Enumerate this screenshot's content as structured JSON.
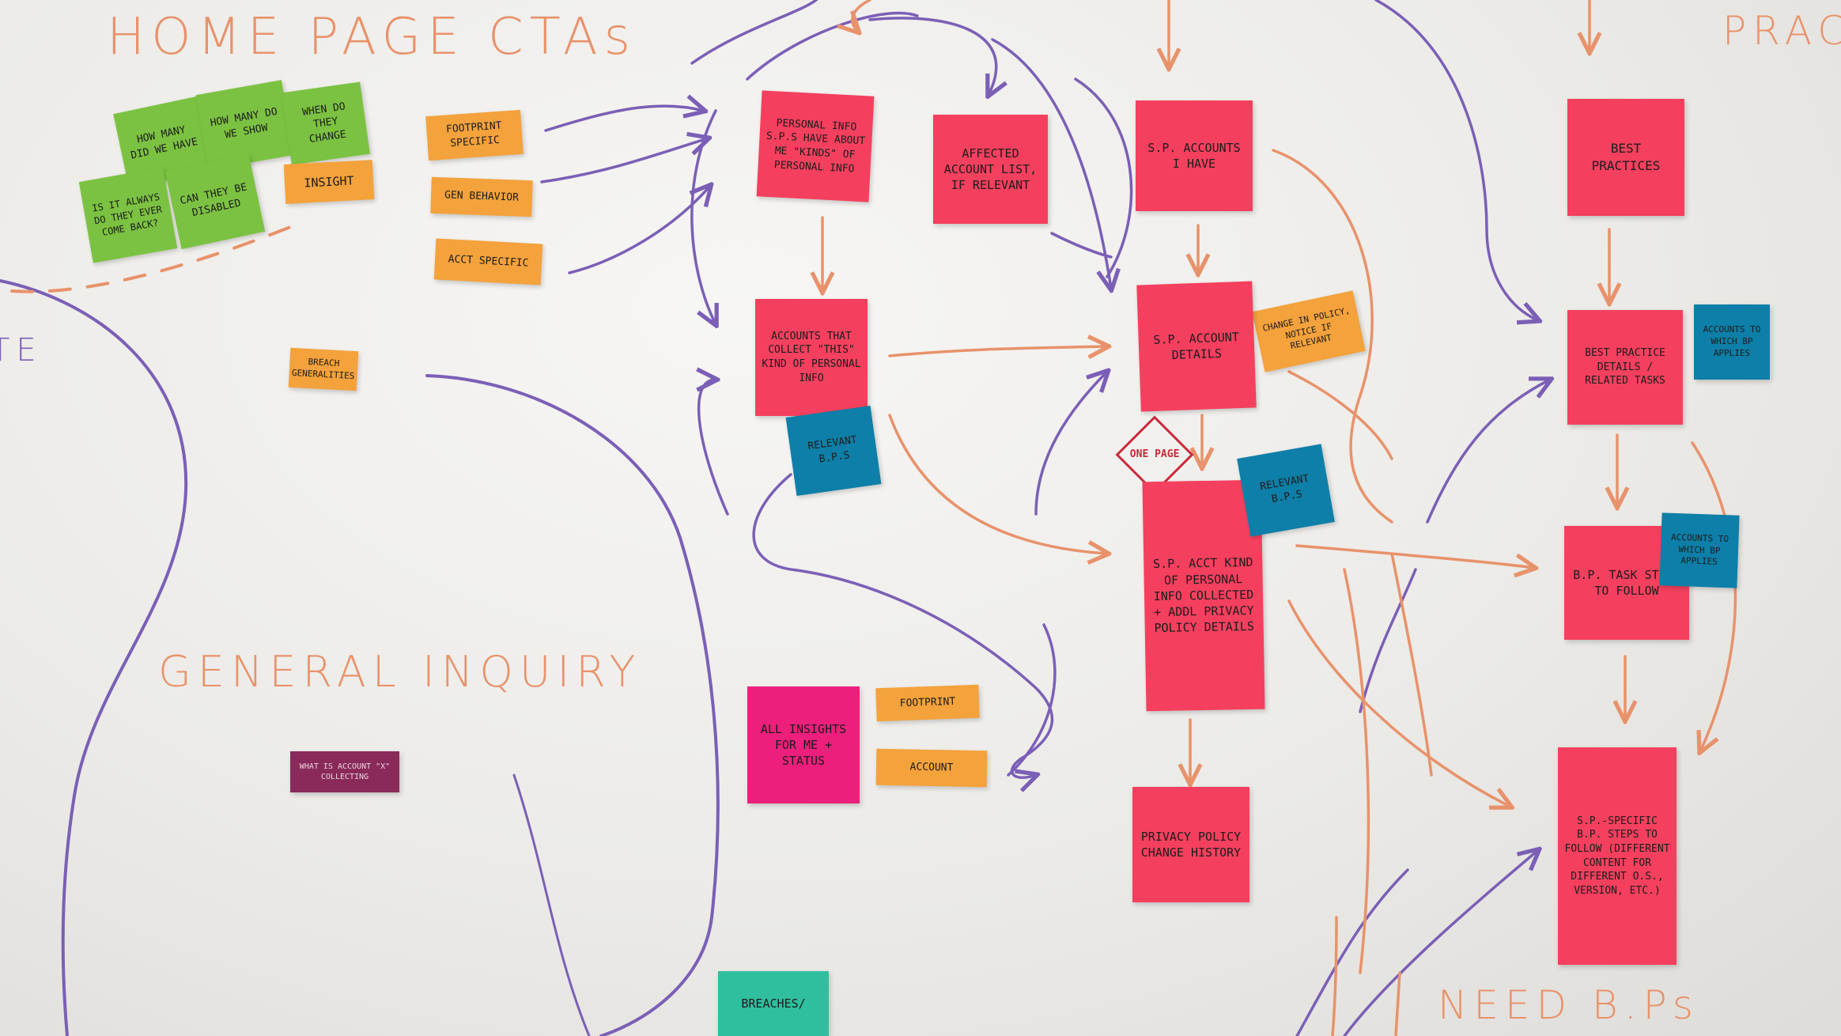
{
  "headings": {
    "home_page_ctas": "HOME PAGE CTAs",
    "general_inquiry": "GENERAL INQUIRY",
    "need_bps": "NEED B.Ps",
    "practices_cut": "PRACT",
    "left_edge_cut": "TE"
  },
  "stamp": "ONE PAGE",
  "notes": {
    "how_many_did_we_have": "HOW MANY DID WE HAVE",
    "how_many_do_we_show": "HOW MANY DO WE SHOW",
    "when_do_they_change": "WHEN DO THEY CHANGE",
    "is_it_always_for_you": "IS IT ALWAYS DO THEY EVER COME BACK?",
    "can_they_be_disabled": "CAN THEY BE DISABLED",
    "insight": "INSIGHT",
    "footprint_specific": "FOOTPRINT SPECIFIC",
    "gen_behavior": "GEN BEHAVIOR",
    "acct_specific": "ACCT SPECIFIC",
    "breach_generalities": "BREACH GENERALITIES",
    "personal_info_sps": "PERSONAL INFO S.P.s HAVE ABOUT ME \"KINDS\" OF PERSONAL INFO",
    "affected_account_list": "AFFECTED ACCOUNT LIST, IF RELEVANT",
    "sp_accounts_i_have": "S.P. ACCOUNTS I HAVE",
    "best_practices": "BEST PRACTICES",
    "accounts_that_collect": "ACCOUNTS THAT COLLECT \"THIS\" KIND OF PERSONAL INFO",
    "relevant_bps_1": "RELEVANT B.P.s",
    "sp_account_details": "S.P. ACCOUNT DETAILS",
    "change_in_policy": "CHANGE IN POLICY, NOTICE IF RELEVANT",
    "best_practice_details": "BEST PRACTICE DETAILS / RELATED TASKS",
    "accounts_to_which_bp_applies_1": "ACCOUNTS TO WHICH BP APPLIES",
    "relevant_bps_2": "RELEVANT B.P.S",
    "sp_acct_kind_of_info": "S.P. ACCT KIND OF PERSONAL INFO COLLECTED + ADDL PRIVACY POLICY DETAILS",
    "bp_task_steps": "B.P. TASK STEPS TO FOLLOW",
    "accounts_to_which_bp_applies_2": "ACCOUNTS TO WHICH BP APPLIES",
    "all_insights_for_me": "ALL INSIGHTS FOR ME + STATUS",
    "footprint": "FOOTPRINT",
    "account": "ACCOUNT",
    "what_is_account_collecting": "WHAT IS ACCOUNT \"X\" COLLECTING",
    "privacy_policy_change_history": "PRIVACY POLICY CHANGE HISTORY",
    "sp_specific_bp_steps": "S.P.-SPECIFIC B.P. STEPS TO FOLLOW (DIFFERENT CONTENT FOR DIFFERENT O.S., VERSION, ETC.)",
    "breaches": "BREACHES/"
  },
  "colors": {
    "board": "#f3f2f0",
    "purple_marker": "#7b5fb6",
    "orange_marker": "#e8926b",
    "pink_sticky": "#f4405e",
    "magenta_sticky": "#ec1f7c",
    "orange_sticky": "#f4a23c",
    "green_sticky": "#7cc242",
    "blue_sticky": "#0d7fa8",
    "teal_sticky": "#2fbf9f",
    "plum_sticky": "#8a2a5a",
    "red_marker": "#c82a3a"
  }
}
